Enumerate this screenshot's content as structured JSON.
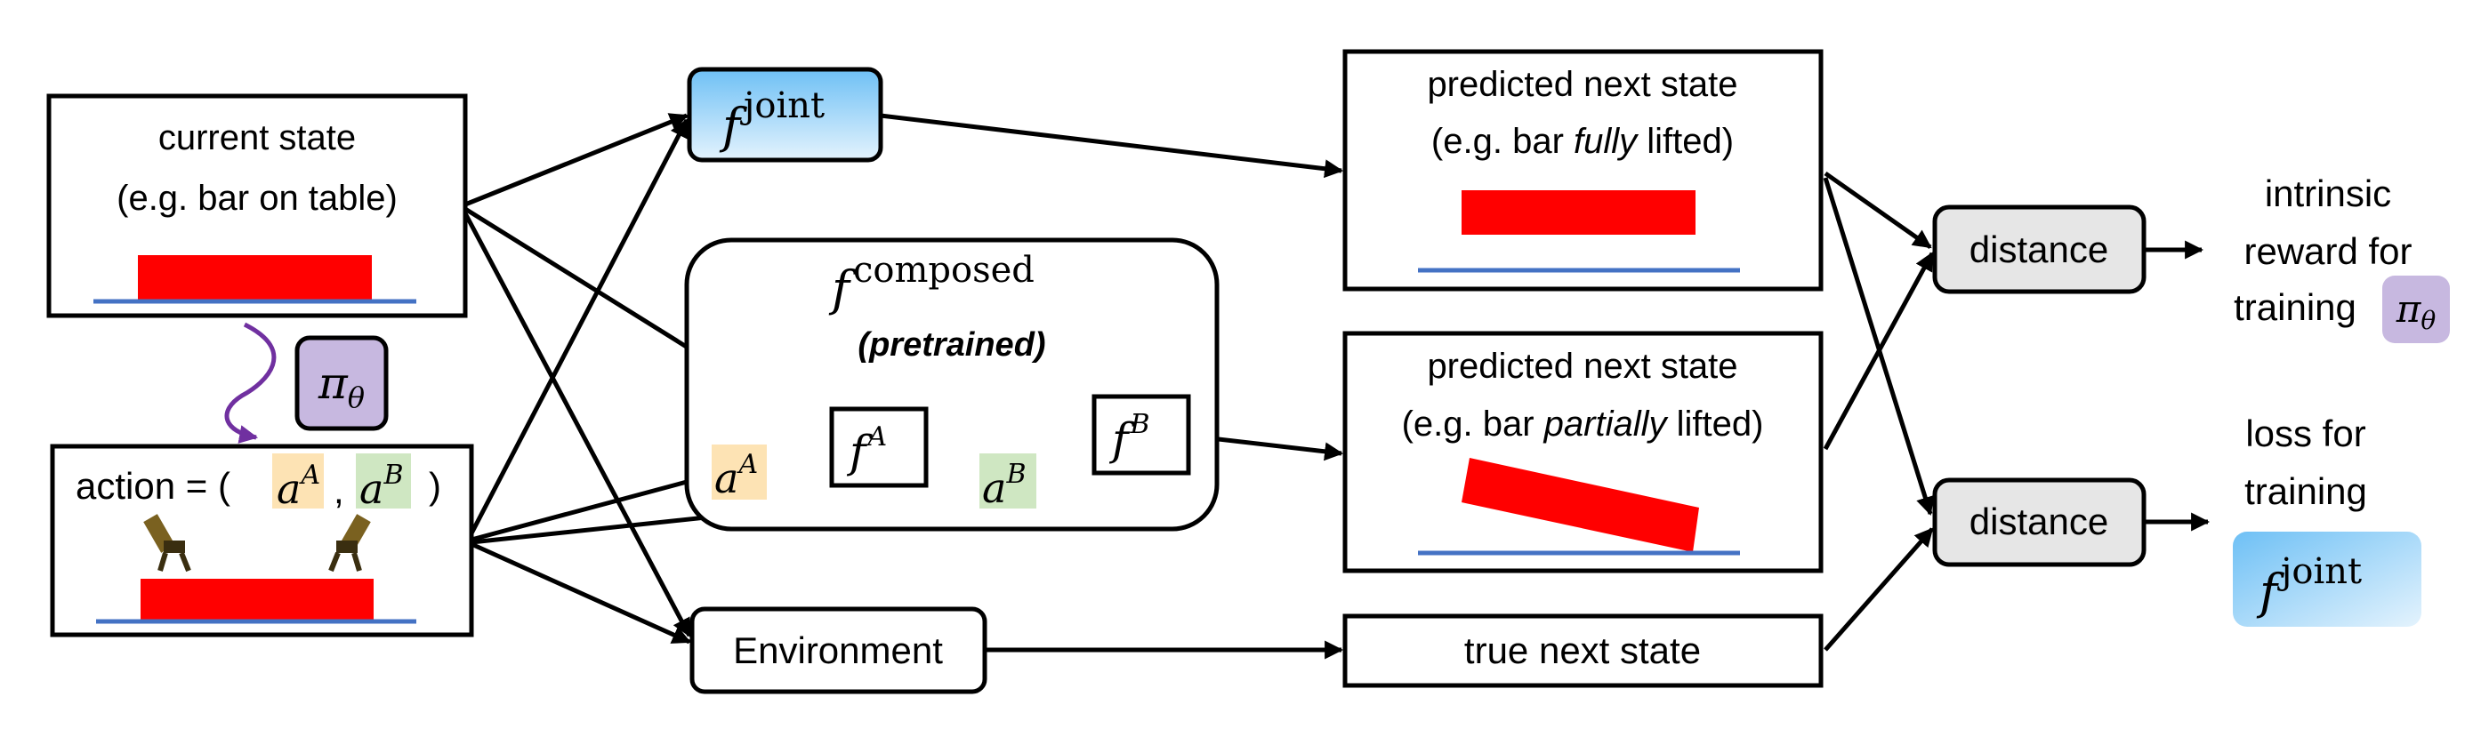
{
  "colors": {
    "bar": "#ff0000",
    "table_line": "#4472c4",
    "f_joint_fill_top": "#6ec0f5",
    "f_joint_fill_bottom": "#e4f3fd",
    "pi_fill": "#c7b8e0",
    "aA_highlight": "#fde3b4",
    "aB_highlight": "#cfe7c2",
    "distance_fill": "#e6e6e6",
    "policy_arrow": "#7030a0"
  },
  "current_state": {
    "line1": "current state",
    "line2": "(e.g. bar on table)"
  },
  "action": {
    "prefix": "action = (",
    "comma": ",",
    "suffix": ")"
  },
  "symbols": {
    "f": "f",
    "joint": "joint",
    "composed": "composed",
    "pi": "π",
    "theta": "θ",
    "a": "a",
    "A": "A",
    "B": "B"
  },
  "composed": {
    "subtitle": "(pretrained)"
  },
  "predicted_full": {
    "line1": "predicted next state",
    "line2_pre": "(e.g. bar ",
    "line2_em": "fully",
    "line2_post": " lifted)"
  },
  "predicted_partial": {
    "line1": "predicted next state",
    "line2_pre": "(e.g. bar ",
    "line2_em": "partially",
    "line2_post": " lifted)"
  },
  "environment": {
    "label": "Environment"
  },
  "true_next_state": {
    "label": "true next state"
  },
  "distance_top": {
    "label": "distance"
  },
  "distance_bottom": {
    "label": "distance"
  },
  "reward_text": {
    "line1": "intrinsic",
    "line2": "reward for",
    "line3": "training"
  },
  "loss_text": {
    "line1": "loss for",
    "line2": "training"
  }
}
